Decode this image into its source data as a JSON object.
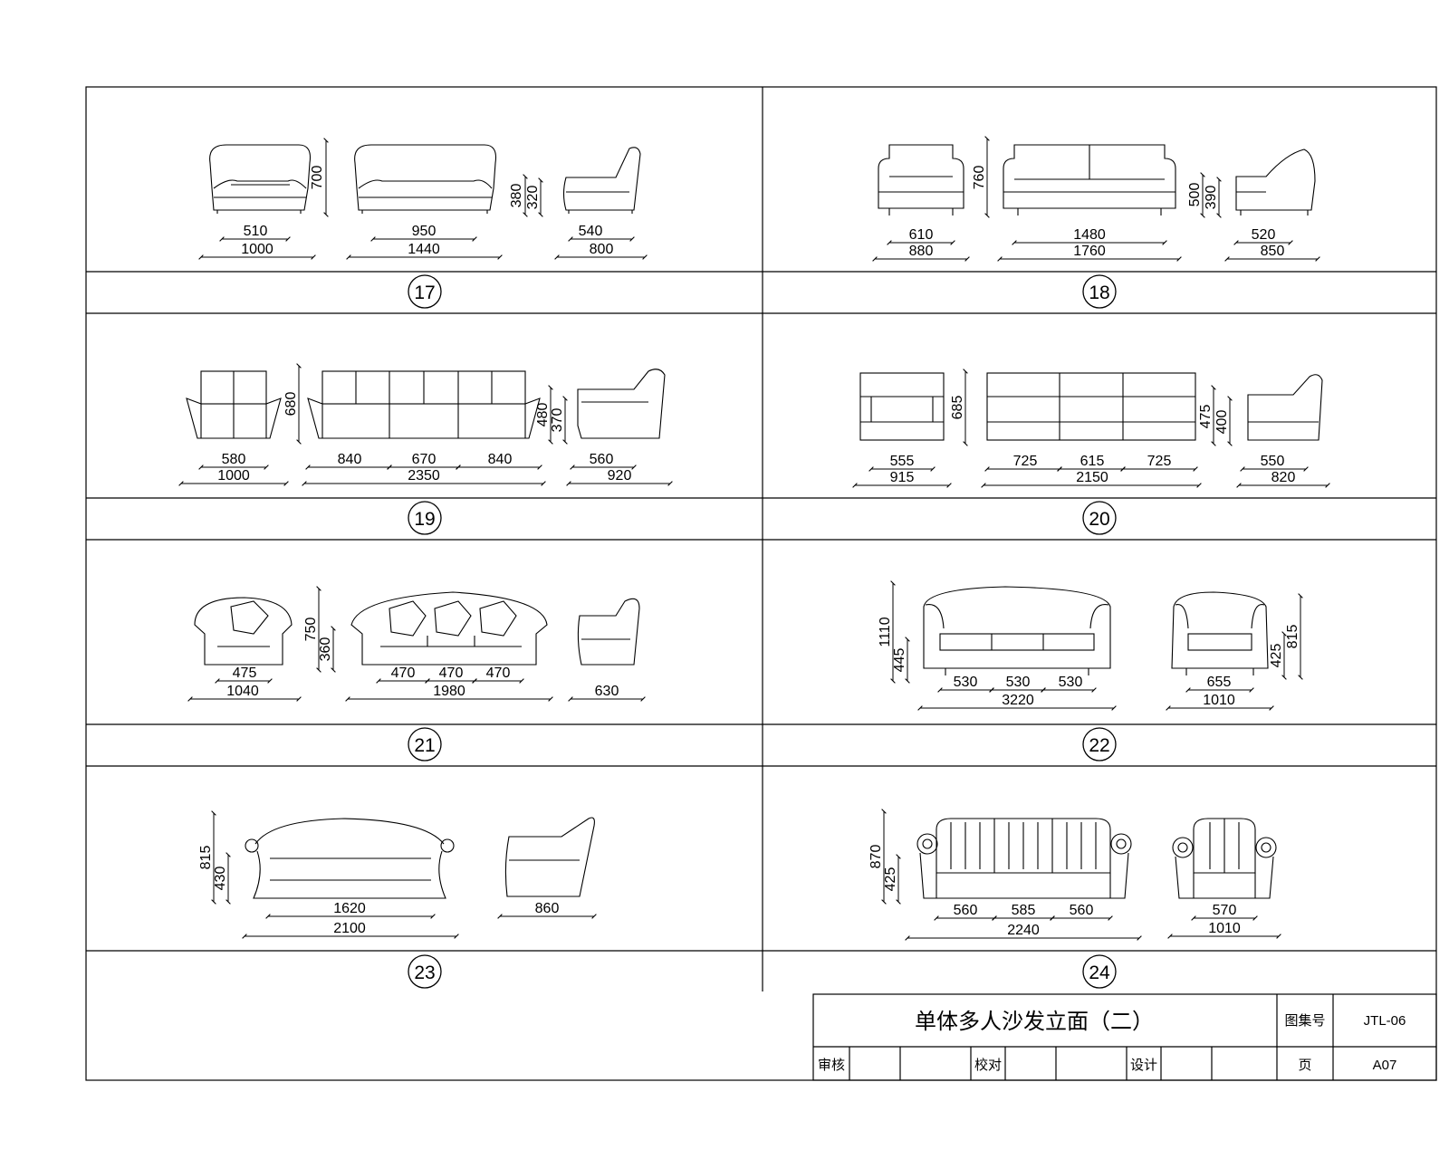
{
  "title_block": {
    "title": "单体多人沙发立面（二）",
    "atlas_label": "图集号",
    "atlas_code": "JTL-06",
    "review_label": "审核",
    "check_label": "校对",
    "design_label": "设计",
    "page_label": "页",
    "page_code": "A07"
  },
  "panels": [
    {
      "number": "17",
      "dims": [
        "510",
        "1000",
        "950",
        "1440",
        "540",
        "800"
      ],
      "vdims": [
        "700",
        "380",
        "320"
      ]
    },
    {
      "number": "18",
      "dims": [
        "610",
        "880",
        "1480",
        "1760",
        "520",
        "850"
      ],
      "vdims": [
        "760",
        "500",
        "390"
      ]
    },
    {
      "number": "19",
      "dims": [
        "580",
        "1000",
        "840",
        "670",
        "840",
        "2350",
        "560",
        "920"
      ],
      "vdims": [
        "680",
        "480",
        "370"
      ]
    },
    {
      "number": "20",
      "dims": [
        "555",
        "915",
        "725",
        "615",
        "725",
        "2150",
        "550",
        "820"
      ],
      "vdims": [
        "685",
        "475",
        "400"
      ]
    },
    {
      "number": "21",
      "dims": [
        "475",
        "1040",
        "470",
        "470",
        "470",
        "1980",
        "630"
      ],
      "vdims": [
        "750",
        "360"
      ]
    },
    {
      "number": "22",
      "dims": [
        "530",
        "530",
        "530",
        "3220",
        "655",
        "1010"
      ],
      "vdims": [
        "1110",
        "445",
        "425",
        "815"
      ]
    },
    {
      "number": "23",
      "dims": [
        "1620",
        "2100",
        "860"
      ],
      "vdims": [
        "815",
        "430"
      ]
    },
    {
      "number": "24",
      "dims": [
        "560",
        "585",
        "560",
        "2240",
        "570",
        "1010"
      ],
      "vdims": [
        "870",
        "425"
      ]
    }
  ]
}
